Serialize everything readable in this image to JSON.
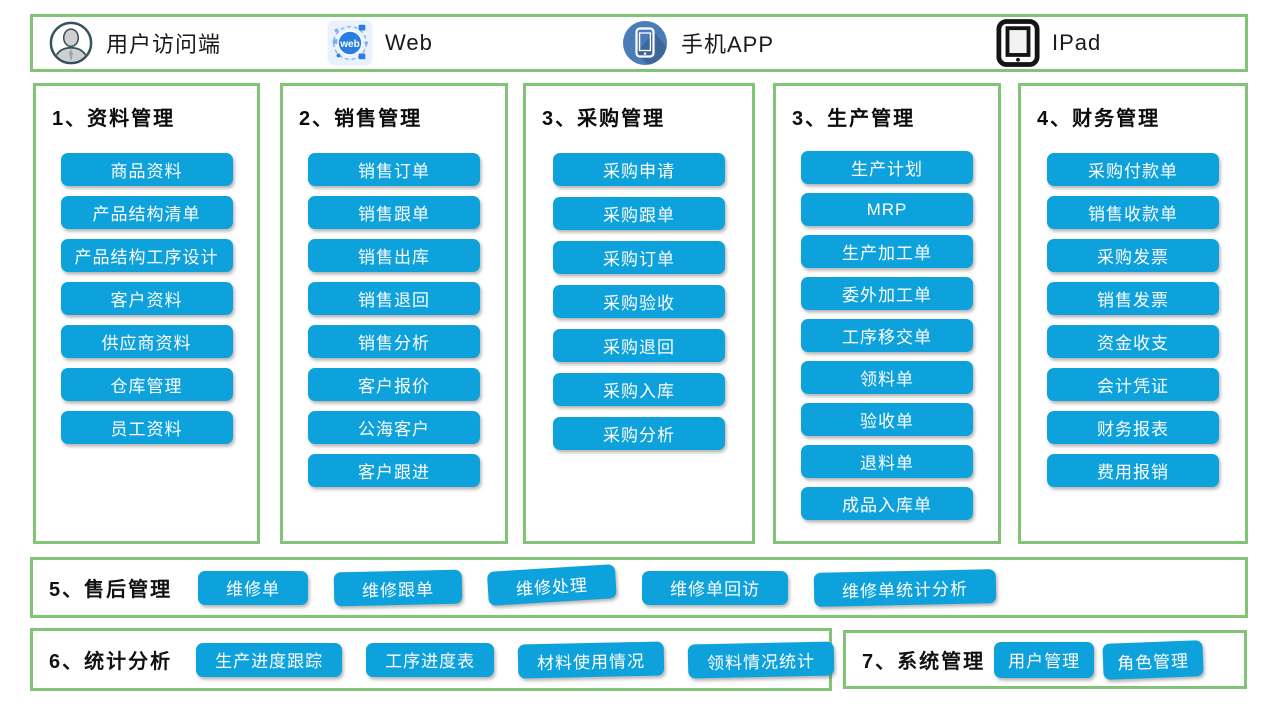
{
  "colors": {
    "button_blue": "#0ea2dc",
    "panel_border_green": "#82c476",
    "button_text": "#ffffff",
    "title_text": "#0c0c0c"
  },
  "top_bar": {
    "items": [
      {
        "label": "用户访问端",
        "icon": "user-icon"
      },
      {
        "label": "Web",
        "icon": "web-icon"
      },
      {
        "label": "手机APP",
        "icon": "mobile-app-icon"
      },
      {
        "label": "IPad",
        "icon": "ipad-icon"
      }
    ]
  },
  "columns": [
    {
      "title": "1、资料管理",
      "items": [
        "商品资料",
        "产品结构清单",
        "产品结构工序设计",
        "客户资料",
        "供应商资料",
        "仓库管理",
        "员工资料"
      ]
    },
    {
      "title": "2、销售管理",
      "items": [
        "销售订单",
        "销售跟单",
        "销售出库",
        "销售退回",
        "销售分析",
        "客户报价",
        "公海客户",
        "客户跟进"
      ]
    },
    {
      "title": "3、采购管理",
      "items": [
        "采购申请",
        "采购跟单",
        "采购订单",
        "采购验收",
        "采购退回",
        "采购入库",
        "采购分析"
      ]
    },
    {
      "title": "3、生产管理",
      "items": [
        "生产计划",
        "MRP",
        "生产加工单",
        "委外加工单",
        "工序移交单",
        "领料单",
        "验收单",
        "退料单",
        "成品入库单"
      ]
    },
    {
      "title": "4、财务管理",
      "items": [
        "采购付款单",
        "销售收款单",
        "采购发票",
        "销售发票",
        "资金收支",
        "会计凭证",
        "财务报表",
        "费用报销"
      ]
    }
  ],
  "rows": [
    {
      "title": "5、售后管理",
      "items": [
        "维修单",
        "维修跟单",
        "维修处理",
        "维修单回访",
        "维修单统计分析"
      ]
    },
    {
      "title": "6、统计分析",
      "items": [
        "生产进度跟踪",
        "工序进度表",
        "材料使用情况",
        "领料情况统计"
      ]
    },
    {
      "title": "7、系统管理",
      "items": [
        "用户管理",
        "角色管理"
      ]
    }
  ]
}
